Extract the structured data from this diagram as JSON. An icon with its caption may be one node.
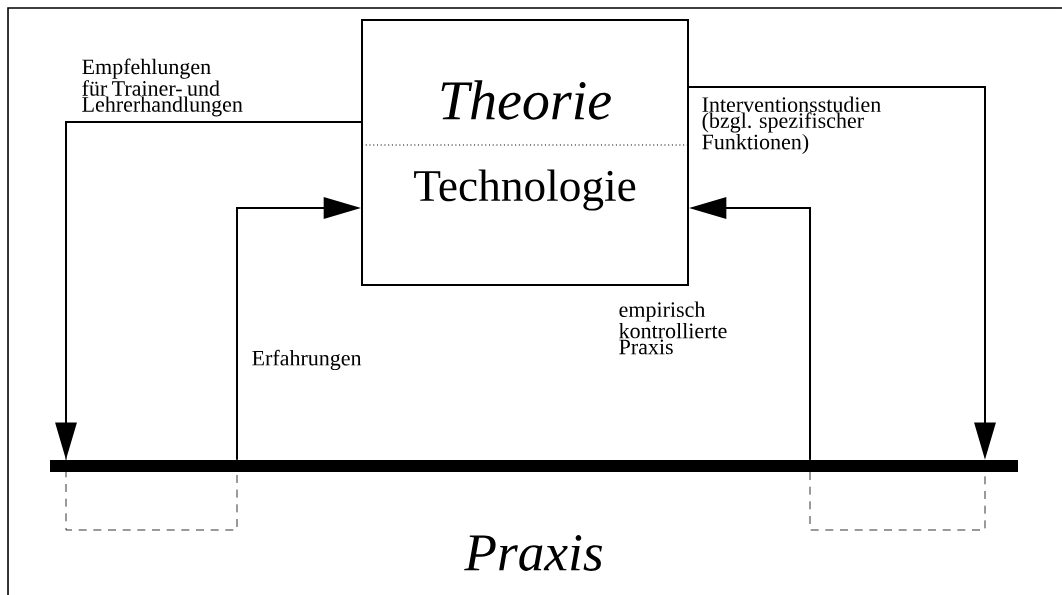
{
  "diagram": {
    "nodes": [
      {
        "text": [
          "Theorie",
          "Technologie"
        ]
      },
      {
        "text": [
          "Praxis"
        ]
      }
    ],
    "edges": [
      {
        "from": 0,
        "to": 1,
        "arrow": "to",
        "label": "Empfehlungen für Trainer- und Lehrerhandlungen"
      },
      {
        "from": 1,
        "to": 0,
        "arrow": "to",
        "label": "Erfahrungen"
      },
      {
        "from": 1,
        "to": 0,
        "arrow": "to",
        "label": "empirisch kontrollierte Praxis"
      },
      {
        "from": 0,
        "to": 1,
        "arrow": "to",
        "label": "Interventionsstudien (bzgl. spezifischer Funktionen)"
      }
    ]
  }
}
